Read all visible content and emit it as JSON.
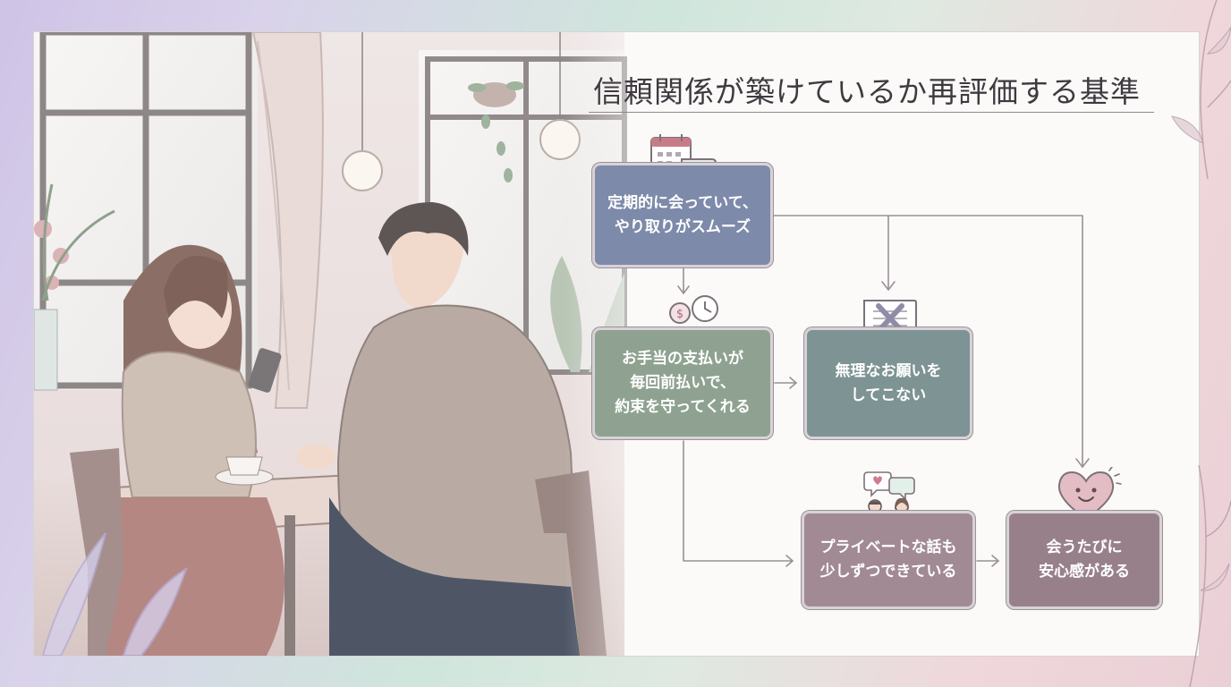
{
  "title": "信頼関係が築けているか再評価する基準",
  "diagram": {
    "nodes": [
      {
        "id": "regular",
        "label": "定期的に会っていて、\nやり取りがスムーズ",
        "color": "#7d8aa9",
        "icon": "calendar-chat-icon"
      },
      {
        "id": "payment",
        "label": "お手当の支払いが\n毎回前払いで、\n約束を守ってくれる",
        "color": "#8fa291",
        "icon": "money-clock-icon"
      },
      {
        "id": "no-unreasonable",
        "label": "無理なお願いを\nしてこない",
        "color": "#7e9394",
        "icon": "cross-message-icon"
      },
      {
        "id": "private-talk",
        "label": "プライベートな話も\n少しずつできている",
        "color": "#a18a94",
        "icon": "couple-chat-icon"
      },
      {
        "id": "secure",
        "label": "会うたびに\n安心感がある",
        "color": "#98808b",
        "icon": "smiling-heart-icon"
      }
    ],
    "edges": [
      {
        "from": "regular",
        "to": "payment"
      },
      {
        "from": "regular",
        "to": "no-unreasonable"
      },
      {
        "from": "regular",
        "to": "secure"
      },
      {
        "from": "payment",
        "to": "no-unreasonable"
      },
      {
        "from": "payment",
        "to": "private-talk"
      },
      {
        "from": "private-talk",
        "to": "secure"
      }
    ]
  }
}
